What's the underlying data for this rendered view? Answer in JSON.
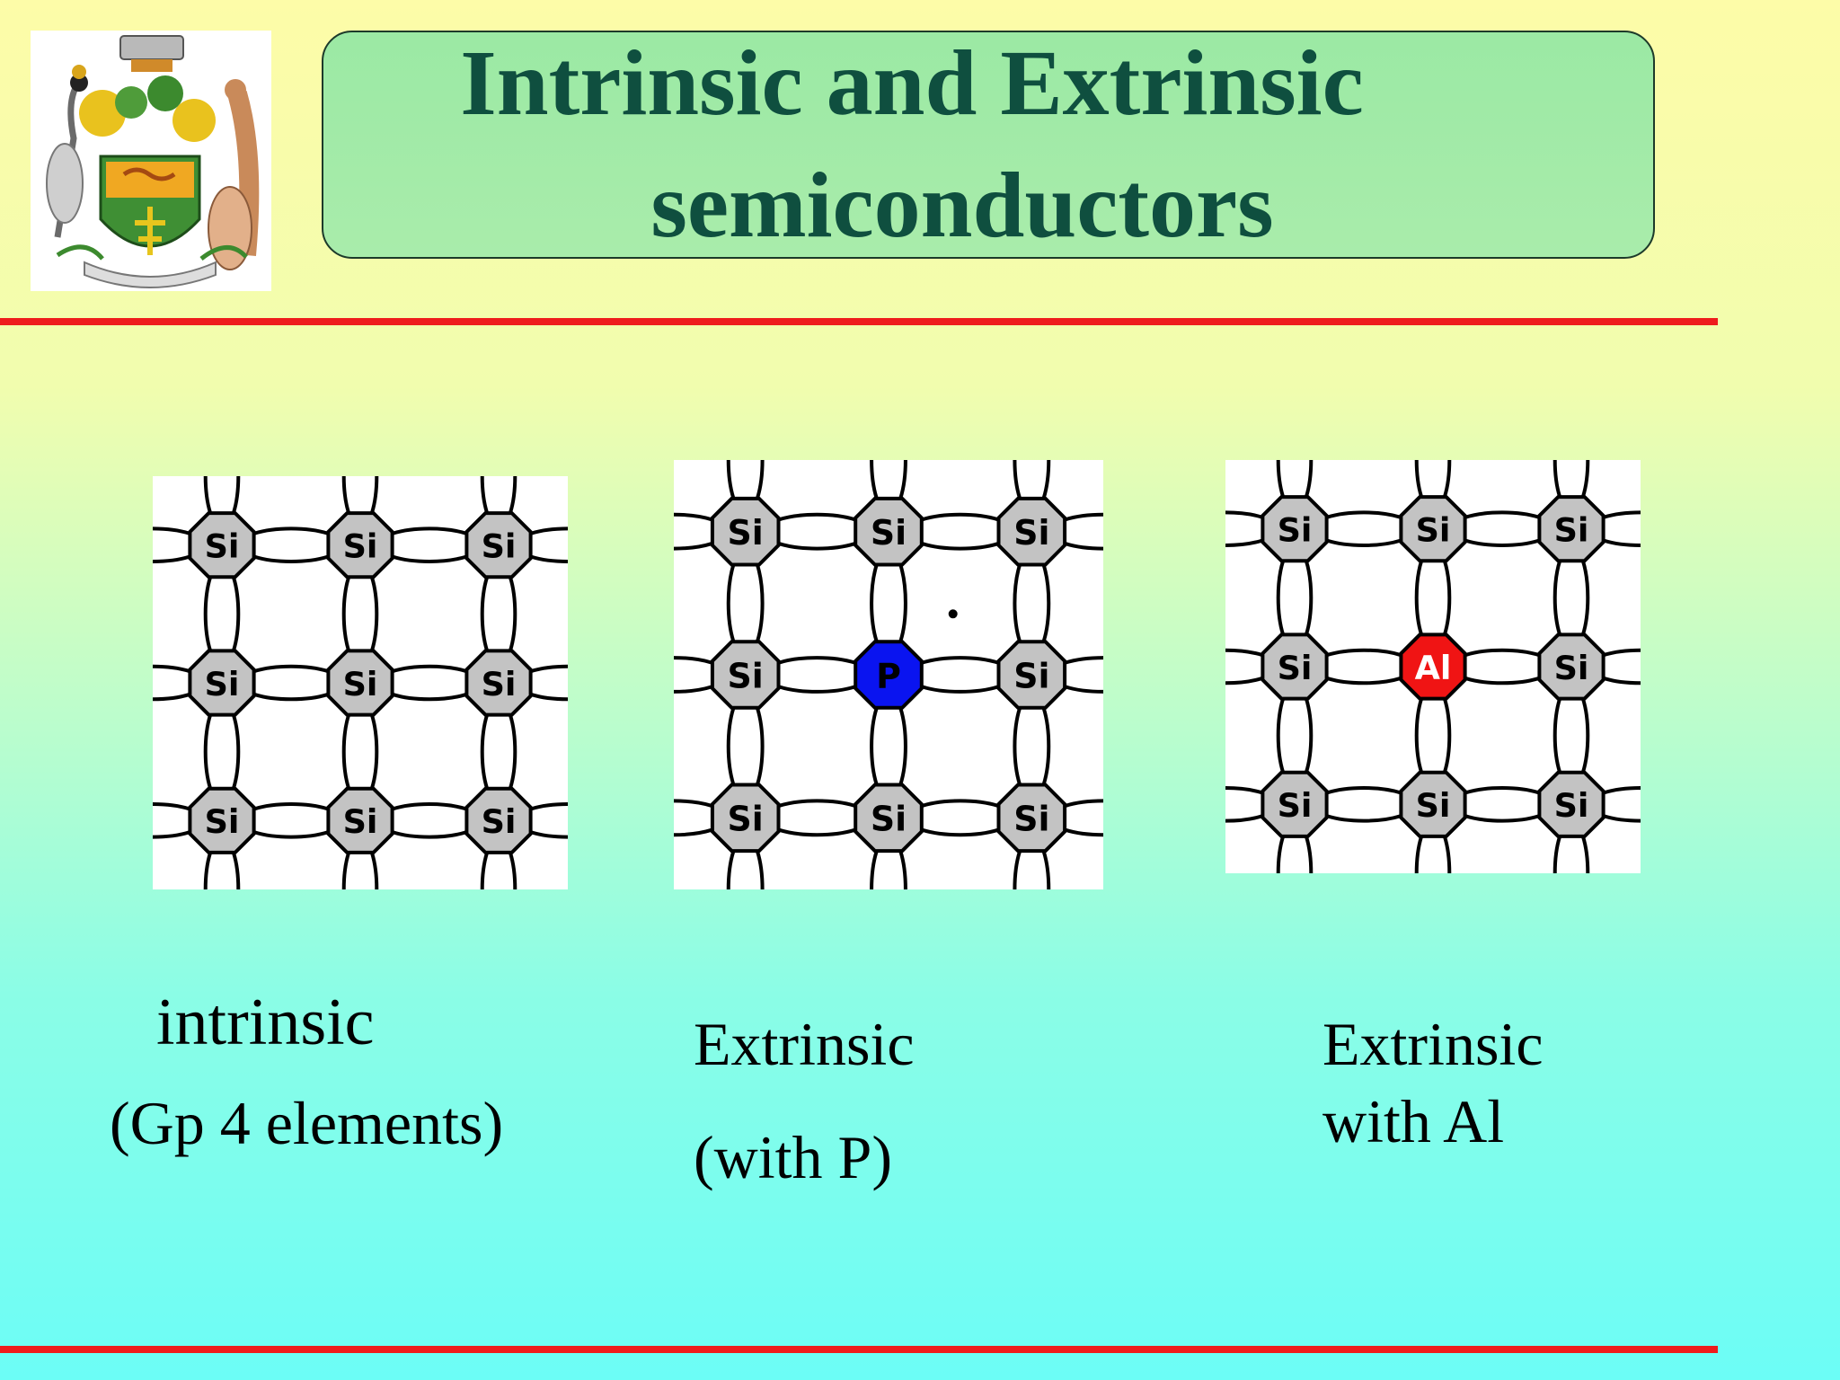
{
  "title": {
    "line1": "Intrinsic and Extrinsic",
    "line2": "semiconductors"
  },
  "colors": {
    "title_text": "#0f4f3f",
    "title_box": "#a2ebab",
    "rule": "#ee1c1c",
    "si_atom": "#c3c3c3",
    "phosphorus_atom": "#0a14f0",
    "aluminium_atom": "#f01414"
  },
  "diagrams": {
    "intrinsic": {
      "atoms": [
        [
          "Si",
          "Si",
          "Si"
        ],
        [
          "Si",
          "Si",
          "Si"
        ],
        [
          "Si",
          "Si",
          "Si"
        ]
      ]
    },
    "phosphorus": {
      "atoms": [
        [
          "Si",
          "Si",
          "Si"
        ],
        [
          "Si",
          "P",
          "Si"
        ],
        [
          "Si",
          "Si",
          "Si"
        ]
      ]
    },
    "aluminium": {
      "atoms": [
        [
          "Si",
          "Si",
          "Si"
        ],
        [
          "Si",
          "Al",
          "Si"
        ],
        [
          "Si",
          "Si",
          "Si"
        ]
      ]
    }
  },
  "captions": {
    "intrinsic": {
      "line1": "intrinsic",
      "line2": "(Gp 4 elements)"
    },
    "phosphorus": {
      "line1": "Extrinsic",
      "line2": "(with P)"
    },
    "aluminium": {
      "line1": "Extrinsic",
      "line2": "with Al"
    }
  }
}
